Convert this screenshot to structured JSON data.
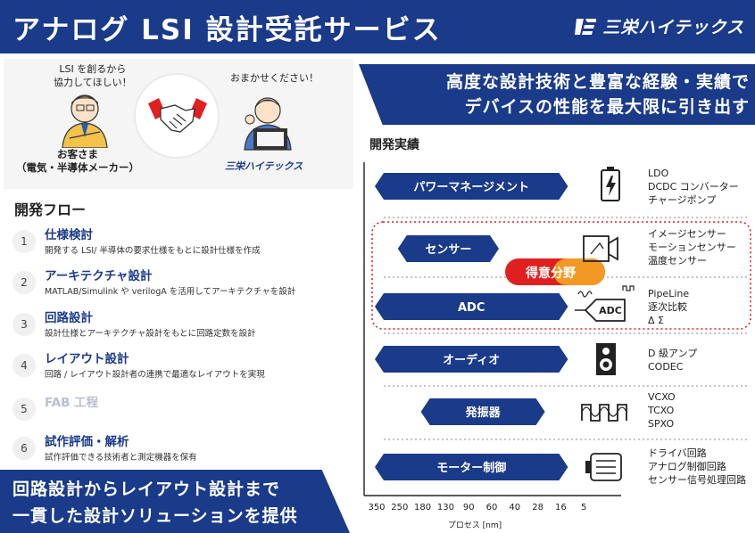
{
  "header": {
    "title": "アナログ LSI 設計受託サービス",
    "logo": "三栄ハイテックス"
  },
  "hero": {
    "client_speech_1": "LSI を創るから",
    "client_speech_2": "協力してほしい！",
    "client_caption_1": "お客さま",
    "client_caption_2": "（電気・半導体メーカー）",
    "engineer_speech": "おまかせください！",
    "logo": "三栄ハイテックス"
  },
  "flow": {
    "title": "開発フロー",
    "steps": [
      {
        "num": "1",
        "title": "仕様検討",
        "desc": "開発する LSI/ 半導体の要求仕様をもとに設計仕様を作成"
      },
      {
        "num": "2",
        "title": "アーキテクチャ設計",
        "desc": "MATLAB/Simulink や verilogA を活用してアーキテクチャを設計"
      },
      {
        "num": "3",
        "title": "回路設計",
        "desc": "設計仕様とアーキテクチャ設計をもとに回路定数を設計"
      },
      {
        "num": "4",
        "title": "レイアウト設計",
        "desc": "回路 / レイアウト設計者の連携で最適なレイアウトを実現"
      },
      {
        "num": "5",
        "title": "FAB 工程",
        "desc": ""
      },
      {
        "num": "6",
        "title": "試作評価・解析",
        "desc": "試作評価できる技術者と測定機器を保有"
      }
    ]
  },
  "banner_left": {
    "line1": "回路設計からレイアウト設計まで",
    "line2": "一貫した設計ソリューションを提供"
  },
  "banner_right": {
    "line1": "高度な設計技術と豊富な経験・実績で",
    "line2": "デバイスの性能を最大限に引き出す"
  },
  "results": {
    "title": "開発実績"
  },
  "colors": {
    "navy": "#1a3a8a",
    "accent_red": "#e02020",
    "accent_orange": "#f5a623"
  },
  "chart_data": {
    "type": "bar",
    "xlabel": "プロセス [nm]",
    "x_ticks": [
      "350",
      "250",
      "180",
      "130",
      "90",
      "60",
      "40",
      "28",
      "16",
      "5"
    ],
    "highlight_label": "得意分野",
    "categories": [
      {
        "label": "パワーマネージメント",
        "from": "350",
        "to": "16",
        "icon": "battery-icon",
        "items": [
          "LDO",
          "DCDC コンバーター",
          "チャージポンプ"
        ]
      },
      {
        "label": "センサー",
        "from": "250",
        "to": "60",
        "icon": "camera-sensor-icon",
        "items": [
          "イメージセンサー",
          "モーションセンサー",
          "温度センサー"
        ],
        "highlight": true
      },
      {
        "label": "ADC",
        "from": "350",
        "to": "16",
        "icon": "adc-icon",
        "adc_text": "ADC",
        "items": [
          "PipeLine",
          "逐次比較",
          "Δ Σ"
        ],
        "highlight": true
      },
      {
        "label": "オーディオ",
        "from": "350",
        "to": "16",
        "icon": "speaker-icon",
        "items": [
          "D 級アンプ",
          "CODEC"
        ]
      },
      {
        "label": "発振器",
        "from": "180",
        "to": "28",
        "icon": "oscillator-icon",
        "items": [
          "VCXO",
          "TCXO",
          "SPXO"
        ]
      },
      {
        "label": "モーター制御",
        "from": "350",
        "to": "16",
        "icon": "motor-icon",
        "items": [
          "ドライバ回路",
          "アナログ制御回路",
          "センサー信号処理回路"
        ]
      }
    ]
  }
}
